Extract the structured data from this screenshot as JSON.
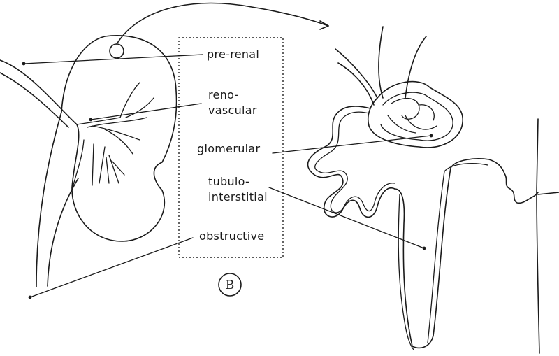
{
  "categories": {
    "pre_renal": "pre-renal",
    "renovascular_line1": "reno-",
    "renovascular_line2": "vascular",
    "glomerular": "glomerular",
    "tubulo_line1": "tubulo-",
    "tubulo_line2": "interstitial",
    "obstructive": "obstructive"
  },
  "badge": "B"
}
